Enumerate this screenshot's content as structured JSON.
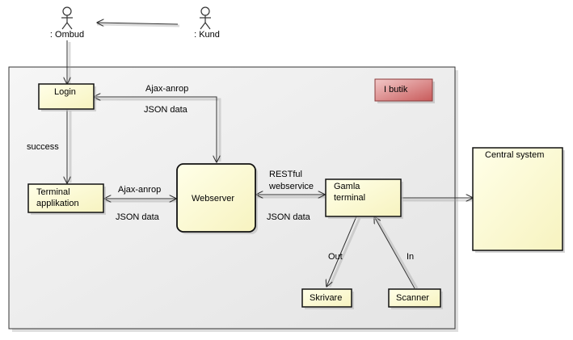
{
  "actors": {
    "ombud": ": Ombud",
    "kund": ": Kund"
  },
  "boundary": {
    "label": "I butik",
    "label_color": "#d9a0a0"
  },
  "nodes": {
    "login": "Login",
    "terminal_line1": "Terminal",
    "terminal_line2": "applikation",
    "webserver": "Webserver",
    "gamla_line1": "Gamla",
    "gamla_line2": "terminal",
    "skrivare": "Skrivare",
    "scanner": "Scanner",
    "central": "Central system"
  },
  "edges": {
    "login_ajax": "Ajax-anrop",
    "login_json": "JSON data",
    "success": "success",
    "term_ajax": "Ajax-anrop",
    "term_json": "JSON data",
    "restful_line1": "RESTful",
    "restful_line2": "webservice",
    "gamla_json": "JSON data",
    "out": "Out",
    "in": "In"
  },
  "colors": {
    "node_fill": "#ffffd0",
    "frame_fill": "#eeeeee",
    "stroke": "#333333"
  }
}
